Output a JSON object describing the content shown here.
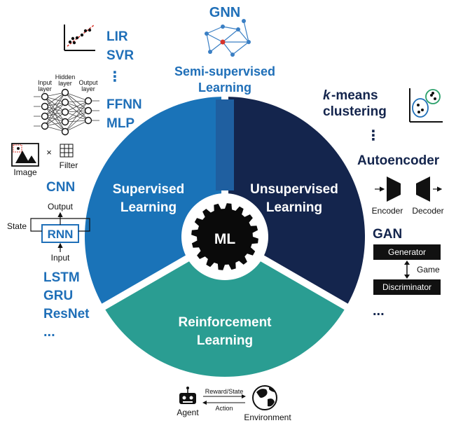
{
  "center": {
    "label": "ML"
  },
  "segments": {
    "supervised": [
      "Supervised",
      "Learning"
    ],
    "unsupervised": [
      "Unsupervised",
      "Learning"
    ],
    "reinforcement": [
      "Reinforcement",
      "Learning"
    ],
    "semi_supervised": [
      "Semi-supervised",
      "Learning"
    ]
  },
  "colors": {
    "supervised": "#1a73b8",
    "unsupervised": "#14254d",
    "reinforcement": "#2a9d92",
    "semi_supervised": "#1f5fa0",
    "method_text": "#1f6fb8",
    "gear": "#0a0a0a"
  },
  "top": {
    "title": "GNN"
  },
  "supervised_methods": {
    "group1": [
      "LIR",
      "SVR",
      "⋮"
    ],
    "group2": [
      "FFNN",
      "MLP"
    ],
    "cnn": "CNN",
    "rnn_box": "RNN",
    "group3": [
      "LSTM",
      "GRU",
      "ResNet",
      "..."
    ]
  },
  "nn_diagram_labels": [
    "Input\nlayer",
    "Hidden\nlayer",
    "Output\nlayer"
  ],
  "cnn_diagram_labels": {
    "image": "Image",
    "times": "×",
    "filter": "Filter"
  },
  "rnn_diagram_labels": {
    "output": "Output",
    "state": "State",
    "input": "Input"
  },
  "unsupervised_methods": {
    "kmeans_italic": "k",
    "kmeans_rest": "-means",
    "kmeans_line2": "clustering",
    "dots": "⋮",
    "autoencoder": "Autoencoder",
    "gan": "GAN",
    "ellipsis": "..."
  },
  "autoencoder_labels": {
    "encoder": "Encoder",
    "decoder": "Decoder"
  },
  "gan_labels": {
    "generator": "Generator",
    "game": "Game",
    "discriminator": "Discriminator"
  },
  "rl_labels": {
    "reward_state": "Reward/State",
    "action": "Action",
    "agent": "Agent",
    "environment": "Environment"
  }
}
